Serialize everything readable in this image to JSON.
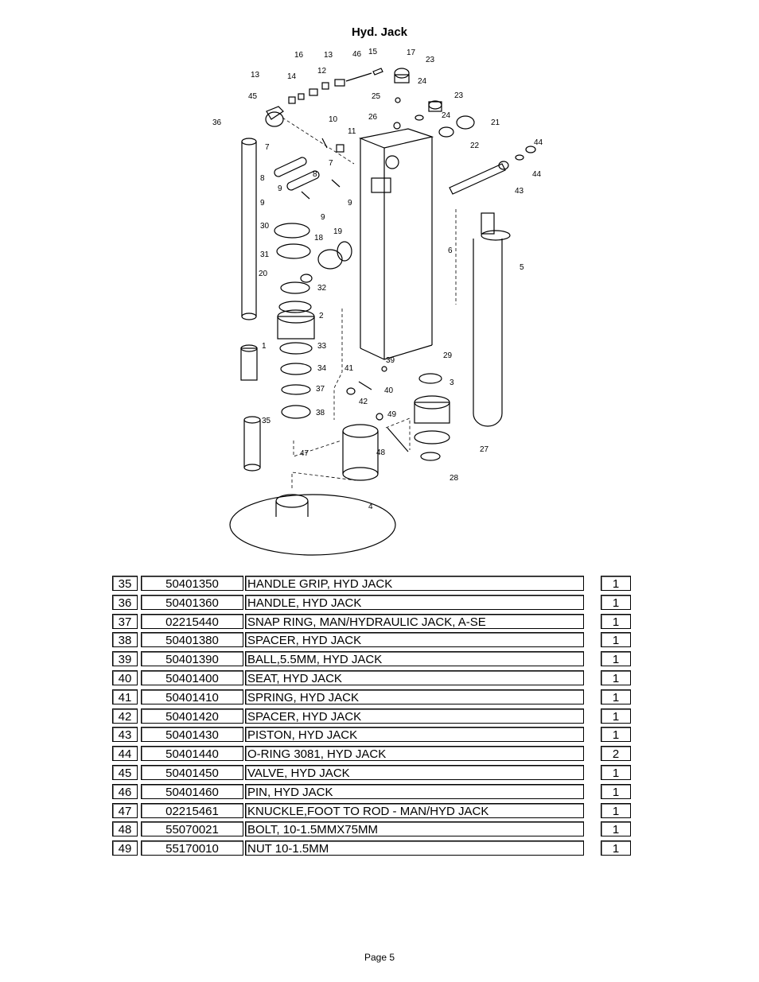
{
  "page": {
    "title": "Hyd. Jack",
    "footer": "Page 5"
  },
  "diagram": {
    "labels": [
      "16",
      "13",
      "46",
      "15",
      "17",
      "23",
      "13",
      "14",
      "12",
      "24",
      "45",
      "25",
      "23",
      "36",
      "26",
      "24",
      "10",
      "11",
      "21",
      "22",
      "7",
      "7",
      "44",
      "44",
      "8",
      "8",
      "43",
      "9",
      "9",
      "9",
      "9",
      "30",
      "18",
      "19",
      "6",
      "5",
      "31",
      "20",
      "32",
      "2",
      "1",
      "33",
      "29",
      "34",
      "41",
      "39",
      "40",
      "3",
      "37",
      "42",
      "35",
      "38",
      "49",
      "27",
      "47",
      "48",
      "28",
      "4"
    ]
  },
  "parts": [
    {
      "item": "35",
      "part": "50401350",
      "desc": "HANDLE GRIP, HYD JACK",
      "qty": "1"
    },
    {
      "item": "36",
      "part": "50401360",
      "desc": "HANDLE, HYD JACK",
      "qty": "1"
    },
    {
      "item": "37",
      "part": "02215440",
      "desc": "SNAP RING, MAN/HYDRAULIC JACK, A-SE",
      "qty": "1"
    },
    {
      "item": "38",
      "part": "50401380",
      "desc": "SPACER, HYD JACK",
      "qty": "1"
    },
    {
      "item": "39",
      "part": "50401390",
      "desc": "BALL,5.5MM, HYD JACK",
      "qty": "1"
    },
    {
      "item": "40",
      "part": "50401400",
      "desc": "SEAT, HYD JACK",
      "qty": "1"
    },
    {
      "item": "41",
      "part": "50401410",
      "desc": "SPRING, HYD JACK",
      "qty": "1"
    },
    {
      "item": "42",
      "part": "50401420",
      "desc": "SPACER, HYD JACK",
      "qty": "1"
    },
    {
      "item": "43",
      "part": "50401430",
      "desc": "PISTON, HYD JACK",
      "qty": "1"
    },
    {
      "item": "44",
      "part": "50401440",
      "desc": "O-RING 3081, HYD JACK",
      "qty": "2"
    },
    {
      "item": "45",
      "part": "50401450",
      "desc": "VALVE, HYD JACK",
      "qty": "1"
    },
    {
      "item": "46",
      "part": "50401460",
      "desc": "PIN, HYD JACK",
      "qty": "1"
    },
    {
      "item": "47",
      "part": "02215461",
      "desc": "KNUCKLE,FOOT TO ROD - MAN/HYD JACK",
      "qty": "1"
    },
    {
      "item": "48",
      "part": "55070021",
      "desc": "BOLT, 10-1.5MMX75MM",
      "qty": "1"
    },
    {
      "item": "49",
      "part": "55170010",
      "desc": "NUT 10-1.5MM",
      "qty": "1"
    }
  ]
}
